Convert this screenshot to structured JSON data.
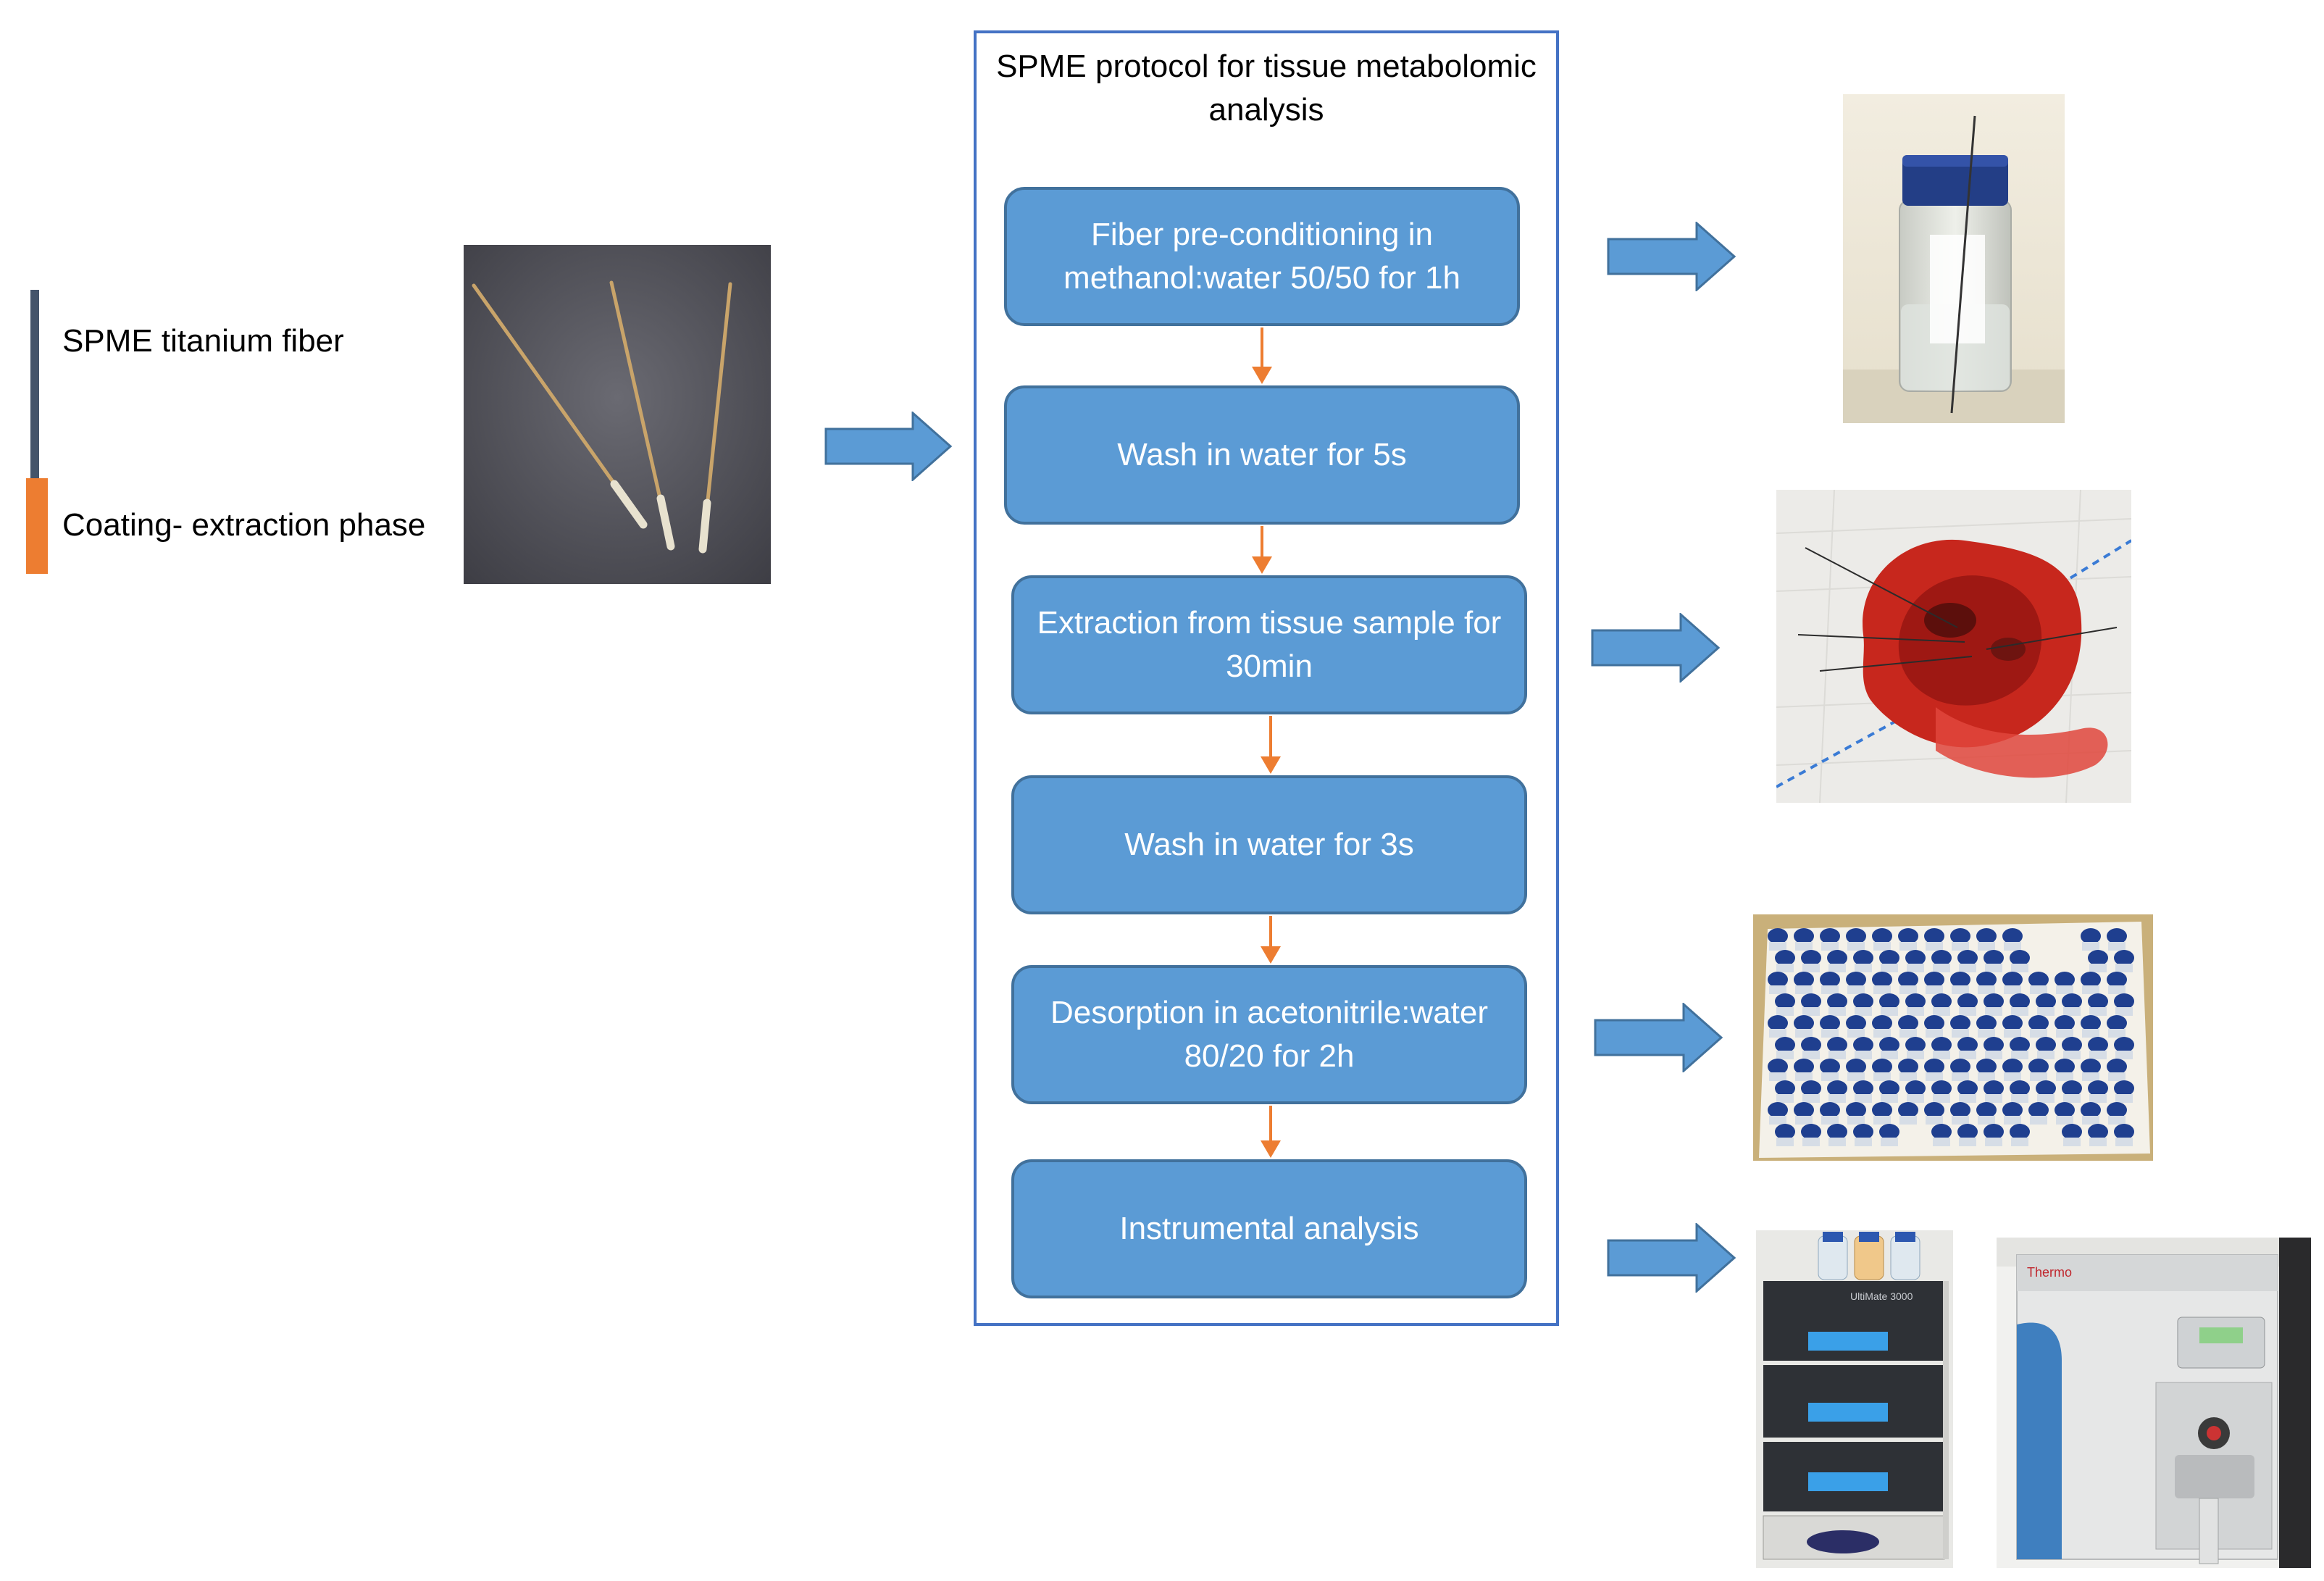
{
  "legend": {
    "fiber_label": "SPME titanium fiber",
    "coating_label": "Coating- extraction phase",
    "fiber_color": "#44546a",
    "coating_color": "#ed7d31"
  },
  "protocol": {
    "title": "SPME protocol for tissue metabolomic analysis",
    "steps": [
      {
        "label": "Fiber pre-conditioning in methanol:water 50/50 for 1h"
      },
      {
        "label": "Wash in water for 5s"
      },
      {
        "label": "Extraction from tissue sample  for 30min"
      },
      {
        "label": "Wash in water for 3s"
      },
      {
        "label": "Desorption in acetonitrile:water 80/20 for 2h"
      },
      {
        "label": "Instrumental analysis"
      }
    ]
  },
  "photos": {
    "instrument_label_1": "UltiMate 3000",
    "brand_label": "Thermo"
  },
  "colors": {
    "step_fill": "#5b9bd5",
    "step_border": "#41719c",
    "panel_border": "#4472c4",
    "connector": "#ed7d31",
    "arrow_fill": "#5b9bd5"
  }
}
